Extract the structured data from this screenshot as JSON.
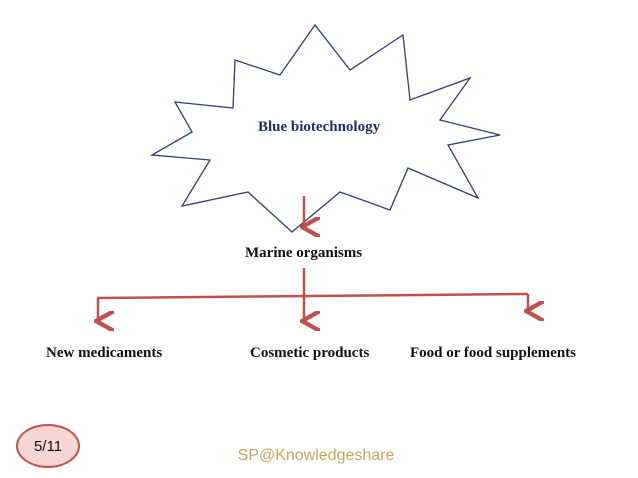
{
  "colors": {
    "burst_fill": "#ffffff",
    "burst_stroke": "#2f3f6f",
    "burst_label": "#1f2f6b",
    "connector": "#c0504d",
    "badge_fill": "#f7d7d5",
    "badge_stroke": "#c6504c",
    "footer_text": "#c9a55a"
  },
  "icons": {
    "burst": "explosion-burst-shape",
    "arrow": "down-arrow-icon"
  },
  "diagram": {
    "root": "Blue biotechnology",
    "middle": "Marine organisms",
    "leaves": [
      "New medicaments",
      "Cosmetic products",
      "Food or food supplements"
    ]
  },
  "slide": {
    "page": "5/11",
    "footer": "SP@Knowledgeshare"
  }
}
